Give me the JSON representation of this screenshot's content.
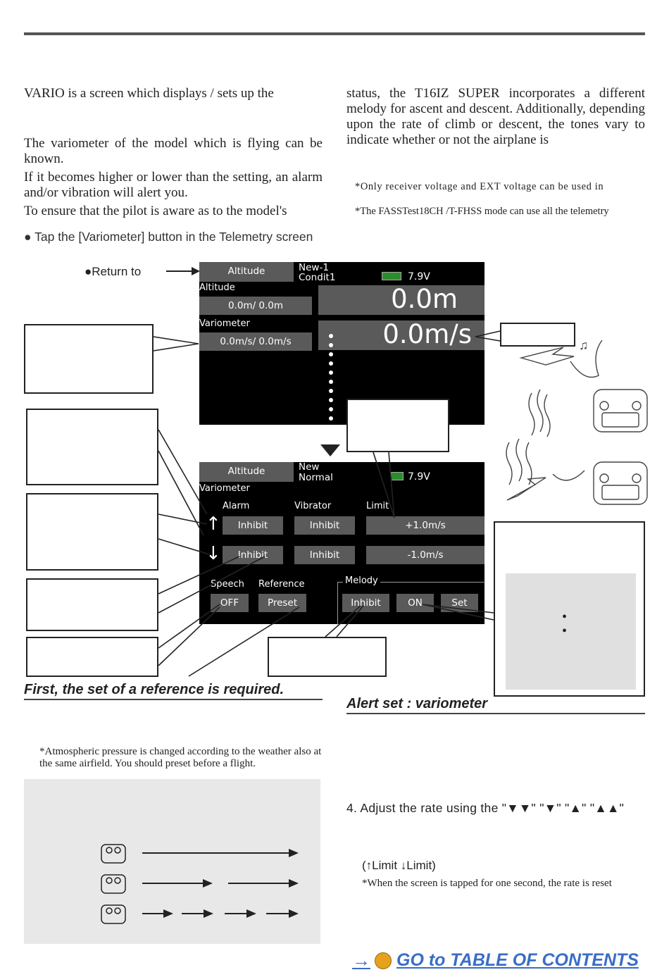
{
  "left_column": {
    "p1": "VARIO is a screen which displays / sets up the",
    "p2": "The variometer of the model which is flying can be known.",
    "p3": "If it becomes higher or lower than the setting, an alarm and/or vibration will alert you.",
    "p4": "To ensure that the pilot is aware as to the model's"
  },
  "right_column": {
    "p1": "status, the T16IZ SUPER  incorporates a different melody for ascent and descent.  Additionally, depending upon the rate of climb or descent, the tones vary to indicate whether or not the airplane is",
    "note1": "*Only receiver voltage and EXT voltage can be used in",
    "note2": "*The FASSTest18CH /T-FHSS mode can use all the telemetry"
  },
  "instruction": "● Tap the [Variometer] button in the Telemetry screen",
  "return_label": "●Return to",
  "screen1": {
    "tab_label": "Altitude",
    "model_name": "New-1",
    "condition": "Condit1",
    "battery": "7.9V",
    "altitude_label": "Altitude",
    "altitude_values": "0.0m/     0.0m",
    "variometer_label": "Variometer",
    "variometer_values": "0.0m/s/     0.0m/s",
    "big_altitude": "0.0m",
    "big_vario": "0.0m/s"
  },
  "screen2": {
    "tab_label": "Altitude",
    "model_name": "New",
    "condition": "Normal",
    "battery": "7.9V",
    "section_label": "Variometer",
    "col_alarm": "Alarm",
    "col_vibrator": "Vibrator",
    "col_limit": "Limit",
    "up_arrow": "↑",
    "down_arrow": "↓",
    "up_alarm": "Inhibit",
    "up_vibrator": "Inhibit",
    "up_limit": "+1.0m/s",
    "down_alarm": "Inhibit",
    "down_vibrator": "Inhibit",
    "down_limit": "-1.0m/s",
    "speech_label": "Speech",
    "speech_value": "OFF",
    "reference_label": "Reference",
    "reference_value": "Preset",
    "melody_label": "Melody",
    "melody_inhibit": "Inhibit",
    "melody_on": "ON",
    "melody_set": "Set"
  },
  "left_heading": "First, the set of a reference is required.",
  "right_heading": "Alert set : variometer",
  "atmos_note": "*Atmospheric pressure is changed according to the weather also at the same airfield. You should preset before a flight.",
  "step4": "4. Adjust the rate using the \"▼▼\" \"▼\" \"▲\" \"▲▲\"",
  "limits": "(↑Limit      ↓Limit)",
  "reset_note": "*When the screen is tapped for one second, the rate is reset",
  "toc_link": "GO to TABLE OF CONTENTS",
  "toc_arrow": "→",
  "music_note": "♫",
  "melody_dots": "•"
}
